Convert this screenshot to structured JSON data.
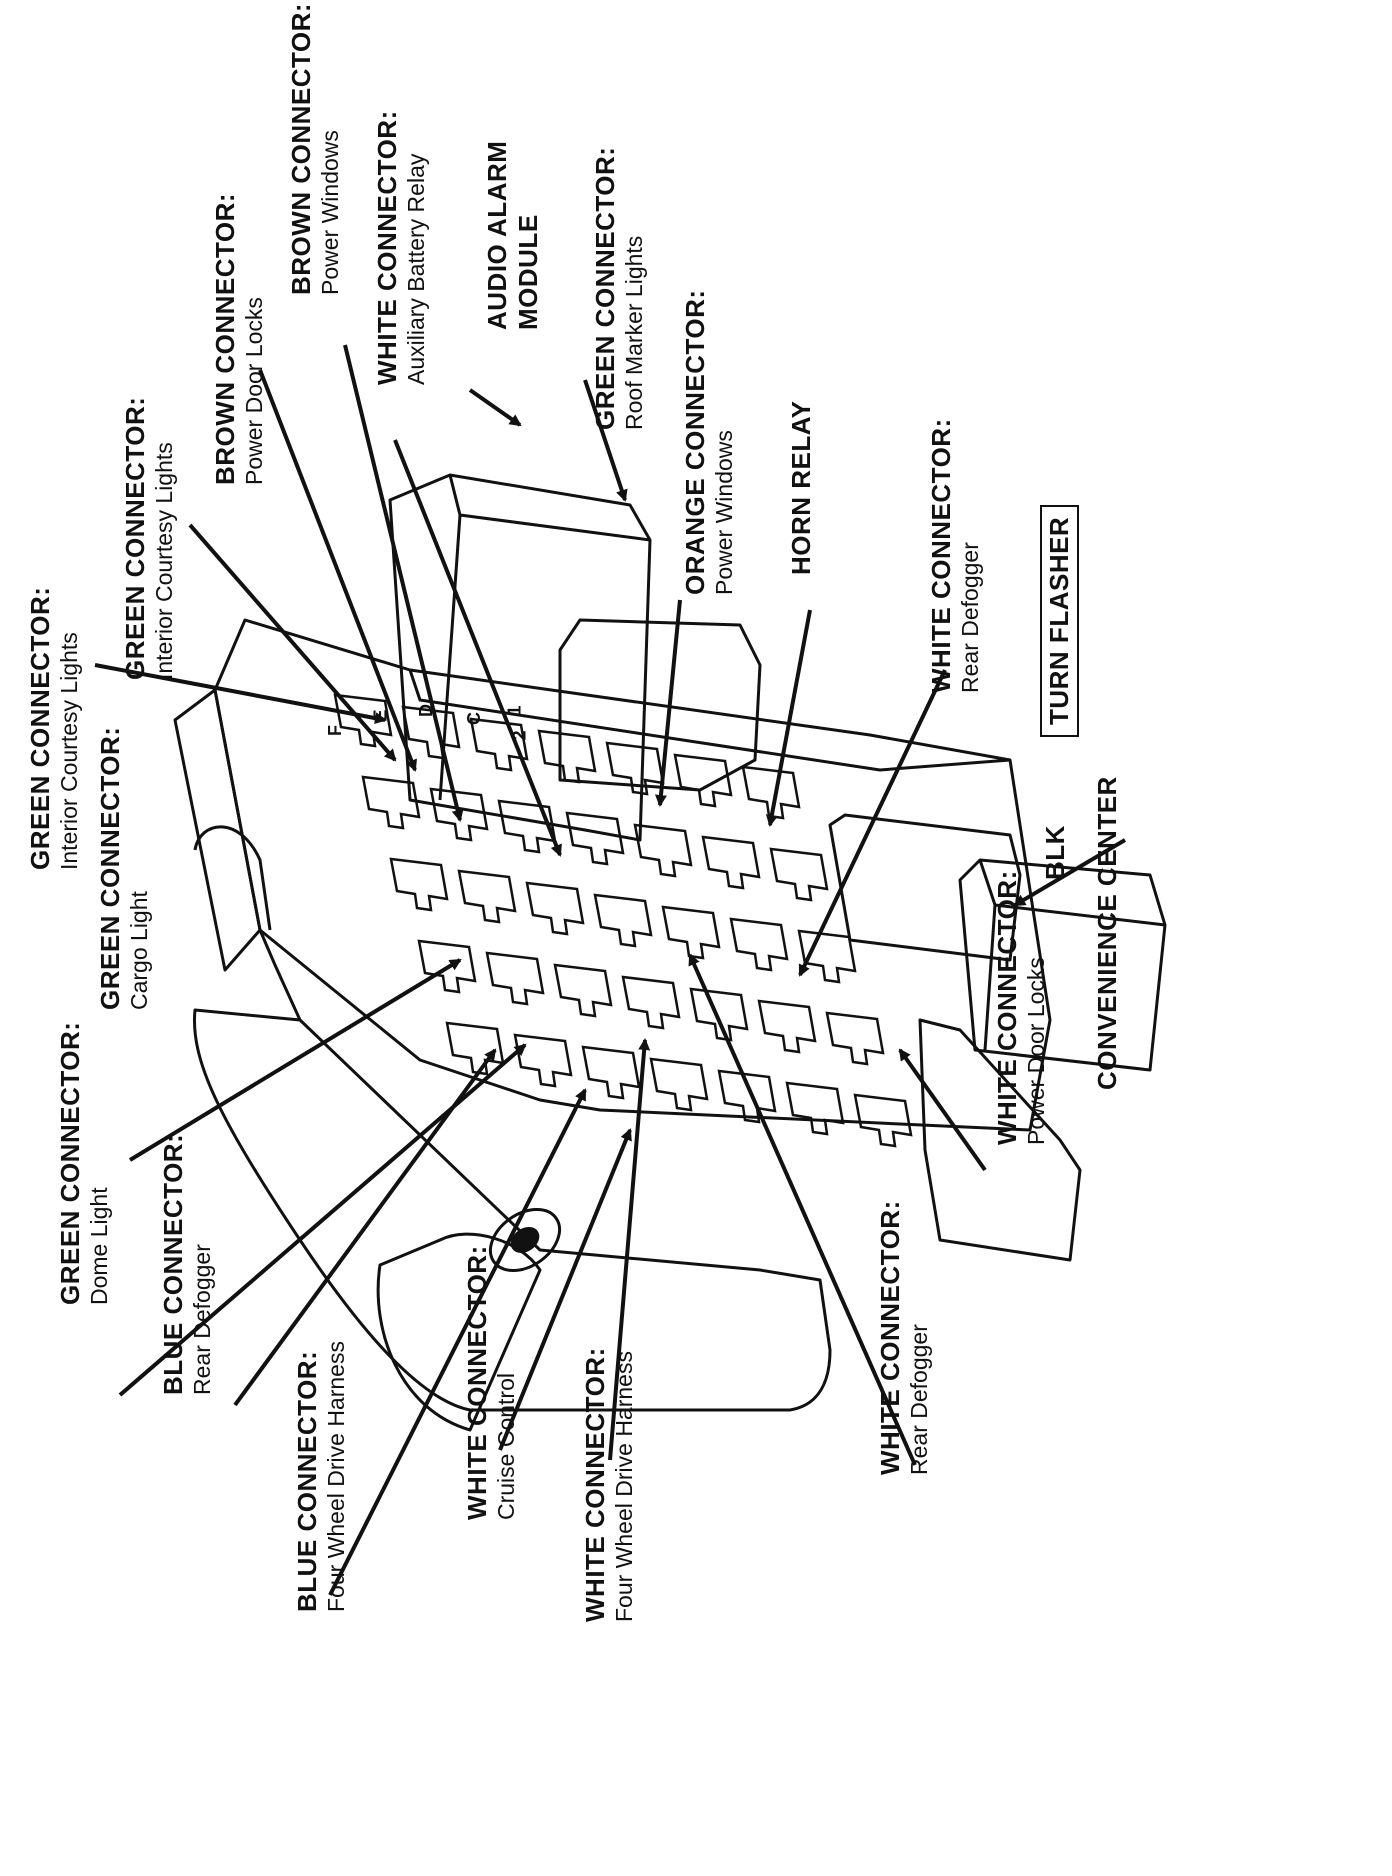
{
  "title": "CONVENIENCE CENTER",
  "blk": "BLK",
  "turn_flasher": "TURN FLASHER",
  "horn_relay": "HORN RELAY",
  "audio_alarm": {
    "line1": "AUDIO ALARM",
    "line2": "MODULE"
  },
  "slot_letters": [
    "F",
    "E",
    "D",
    "C",
    "1",
    "2"
  ],
  "labels": [
    {
      "id": "green-interior-courtesy-a",
      "head": "GREEN CONNECTOR:",
      "sub": "Interior Courtesy Lights"
    },
    {
      "id": "green-interior-courtesy-b",
      "head": "GREEN CONNECTOR:",
      "sub": "Interior Courtesy Lights"
    },
    {
      "id": "brown-power-door-locks",
      "head": "BROWN CONNECTOR:",
      "sub": "Power Door Locks"
    },
    {
      "id": "brown-power-windows",
      "head": "BROWN CONNECTOR:",
      "sub": "Power Windows"
    },
    {
      "id": "white-aux-battery-relay",
      "head": "WHITE CONNECTOR:",
      "sub": "Auxiliary Battery Relay"
    },
    {
      "id": "green-roof-marker",
      "head": "GREEN  CONNECTOR:",
      "sub": "Roof Marker Lights"
    },
    {
      "id": "orange-power-windows",
      "head": "ORANGE CONNECTOR:",
      "sub": "Power Windows"
    },
    {
      "id": "white-rear-defogger-top",
      "head": "WHITE CONNECTOR:",
      "sub": "Rear Defogger"
    },
    {
      "id": "green-cargo-light",
      "head": "GREEN CONNECTOR:",
      "sub": "Cargo Light"
    },
    {
      "id": "green-dome-light",
      "head": "GREEN CONNECTOR:",
      "sub": "Dome Light"
    },
    {
      "id": "blue-rear-defogger",
      "head": "BLUE CONNECTOR:",
      "sub": "Rear Defogger"
    },
    {
      "id": "blue-4wd-harness",
      "head": "BLUE CONNECTOR:",
      "sub": "Four Wheel Drive Harness"
    },
    {
      "id": "white-cruise-control",
      "head": "WHITE CONNECTOR:",
      "sub": "Cruise Control"
    },
    {
      "id": "white-4wd-harness",
      "head": "WHITE CONNECTOR:",
      "sub": "Four Wheel Drive Harness"
    },
    {
      "id": "white-rear-defogger-bottom",
      "head": "WHITE CONNECTOR:",
      "sub": "Rear Defogger"
    },
    {
      "id": "white-power-door-locks",
      "head": "WHITE CONNECTOR:",
      "sub": "Power Door Locks"
    }
  ]
}
